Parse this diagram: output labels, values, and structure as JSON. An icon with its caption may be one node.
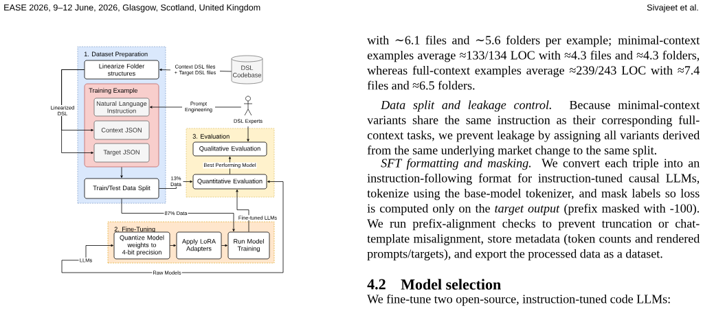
{
  "diagram": {
    "nodes": [
      {
        "text": [
          "1. Dataset Preparation"
        ]
      },
      {
        "text": [
          "Linearize Folder structures"
        ],
        "in": 0
      },
      {
        "text": [
          "Training Example"
        ],
        "in": 0
      },
      {
        "text": [
          "Natural Language Instruction"
        ],
        "in": 2
      },
      {
        "text": [
          "Context JSON"
        ],
        "in": 2
      },
      {
        "text": [
          "Target JSON"
        ],
        "in": 2
      },
      {
        "text": [
          "Train/Test Data Split"
        ],
        "in": 0
      },
      {
        "text": [
          "DSL Codebase"
        ]
      },
      {
        "text": [],
        "shape": "person",
        "beside": [
          "DSL Experts"
        ]
      },
      {
        "text": [
          "3. Evaluation"
        ]
      },
      {
        "text": [
          "Qualitative Evaluation"
        ],
        "in": 9
      },
      {
        "text": [
          "Quantitative Evaluation"
        ],
        "in": 9
      },
      {
        "text": [
          "2. Fine-Tuning"
        ]
      },
      {
        "text": [
          "Quantize Model weights to 4-bit precision"
        ],
        "in": 12
      },
      {
        "text": [
          "Apply LoRA Adapters"
        ],
        "in": 12
      },
      {
        "text": [
          "Run Model Training"
        ],
        "in": 12
      },
      {
        "text": [
          "LLMs"
        ]
      }
    ],
    "edges": [
      {
        "from": 7,
        "to": 1,
        "arrow": "to",
        "label": "Context DSL files + Target DSL files"
      },
      {
        "from": 1,
        "to": 4,
        "arrow": "to",
        "label": "Linearized DSL"
      },
      {
        "from": 1,
        "to": 5,
        "arrow": "to"
      },
      {
        "from": 8,
        "to": 3,
        "arrow": "to",
        "label": "Prompt Engineering"
      },
      {
        "from": 8,
        "to": 10,
        "arrow": "to"
      },
      {
        "from": 2,
        "to": 6,
        "arrow": "to"
      },
      {
        "from": 6,
        "to": 11,
        "arrow": "to",
        "label": "13% Data"
      },
      {
        "from": 11,
        "to": 10,
        "arrow": "to",
        "label": "Best Performing Model"
      },
      {
        "from": 6,
        "to": 15,
        "arrow": "to",
        "label": "87% Data"
      },
      {
        "from": 16,
        "to": 13,
        "arrow": "to"
      },
      {
        "from": 13,
        "to": 14,
        "arrow": "to"
      },
      {
        "from": 14,
        "to": 15,
        "arrow": "to"
      },
      {
        "from": 15,
        "to": 11,
        "arrow": "to",
        "label": "Fine-tuned LLMs"
      },
      {
        "from": 16,
        "to": 11,
        "arrow": "to",
        "label": "Raw Models"
      }
    ],
    "labels": [
      "EASE 2026, 9–12 June, 2026, Glasgow, Scotland, United Kingdom",
      "Sivajeet et al.",
      "with ∼6.1 files and ∼5.6 folders per example; minimal-context examples average ≈133/134 LOC with ≈4.3 files and ≈4.3 folders, whereas full-context examples average ≈239/243 LOC with ≈7.4 files and ≈6.5 folders.",
      "*Data split and leakage control.* Because minimal-context variants share the same instruction as their corresponding full-context tasks, we prevent leakage by assigning all variants derived from the same underlying market change to the same split.",
      "*SFT formatting and masking.* We convert each triple into an instruction-following format for instruction-tuned causal LLMs, tokenize using the base-model tokenizer, and mask labels so loss is computed only on the *target output* (prefix masked with -100). We run prefix-alignment checks to prevent truncation or chat-template misalignment, store metadata (token counts and rendered prompts/targets), and export the processed data as a dataset.",
      "4.2",
      "Model selection",
      "We fine-tune two open-source, instruction-tuned code LLMs:"
    ]
  }
}
